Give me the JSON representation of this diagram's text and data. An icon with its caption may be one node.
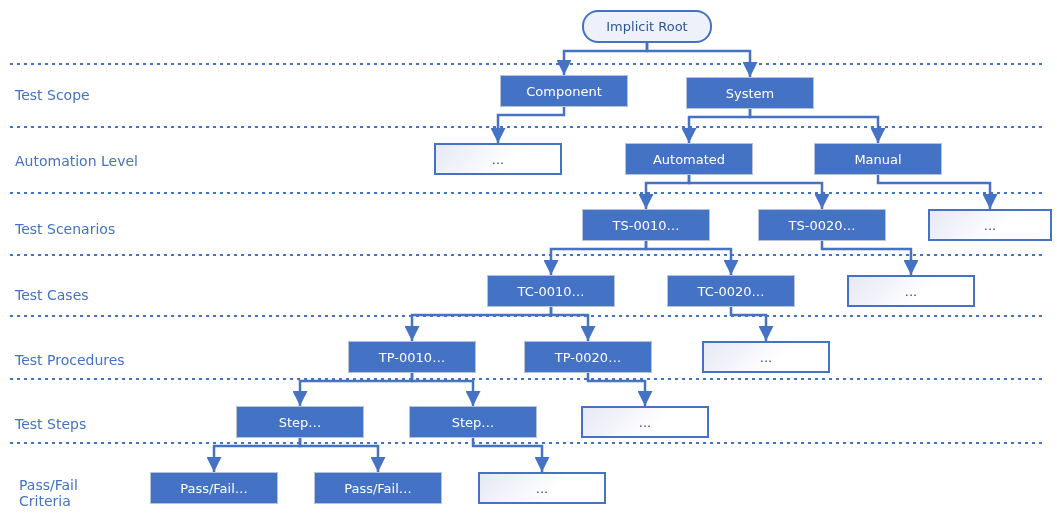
{
  "diagram": {
    "nodes": [
      {
        "text": [
          "Implicit Root"
        ]
      },
      {
        "text": [
          "Component"
        ]
      },
      {
        "text": [
          "System"
        ]
      },
      {
        "text": [
          "..."
        ]
      },
      {
        "text": [
          "Automated"
        ]
      },
      {
        "text": [
          "Manual"
        ]
      },
      {
        "text": [
          "TS-0010…"
        ]
      },
      {
        "text": [
          "TS-0020…"
        ]
      },
      {
        "text": [
          "..."
        ]
      },
      {
        "text": [
          "TC-0010…"
        ]
      },
      {
        "text": [
          "TC-0020…"
        ]
      },
      {
        "text": [
          "..."
        ]
      },
      {
        "text": [
          "TP-0010…"
        ]
      },
      {
        "text": [
          "TP-0020…"
        ]
      },
      {
        "text": [
          "..."
        ]
      },
      {
        "text": [
          "Step…"
        ]
      },
      {
        "text": [
          "Step…"
        ]
      },
      {
        "text": [
          "..."
        ]
      },
      {
        "text": [
          "Pass/Fail…"
        ]
      },
      {
        "text": [
          "Pass/Fail…"
        ]
      },
      {
        "text": [
          "..."
        ]
      }
    ],
    "edges": [
      {
        "from": 0,
        "to": 1,
        "arrow": "to"
      },
      {
        "from": 0,
        "to": 2,
        "arrow": "to"
      },
      {
        "from": 1,
        "to": 3,
        "arrow": "to"
      },
      {
        "from": 2,
        "to": 4,
        "arrow": "to"
      },
      {
        "from": 2,
        "to": 5,
        "arrow": "to"
      },
      {
        "from": 4,
        "to": 6,
        "arrow": "to"
      },
      {
        "from": 4,
        "to": 7,
        "arrow": "to"
      },
      {
        "from": 5,
        "to": 8,
        "arrow": "to"
      },
      {
        "from": 6,
        "to": 9,
        "arrow": "to"
      },
      {
        "from": 6,
        "to": 10,
        "arrow": "to"
      },
      {
        "from": 7,
        "to": 11,
        "arrow": "to"
      },
      {
        "from": 9,
        "to": 12,
        "arrow": "to"
      },
      {
        "from": 9,
        "to": 13,
        "arrow": "to"
      },
      {
        "from": 10,
        "to": 14,
        "arrow": "to"
      },
      {
        "from": 12,
        "to": 15,
        "arrow": "to"
      },
      {
        "from": 12,
        "to": 16,
        "arrow": "to"
      },
      {
        "from": 13,
        "to": 17,
        "arrow": "to"
      },
      {
        "from": 15,
        "to": 18,
        "arrow": "to"
      },
      {
        "from": 15,
        "to": 19,
        "arrow": "to"
      },
      {
        "from": 16,
        "to": 20,
        "arrow": "to"
      }
    ],
    "labels": [
      "Test Scope",
      "Automation Level",
      "Test Scenarios",
      "Test Cases",
      "Test Procedures",
      "Test Steps",
      "Pass/Fail Criteria"
    ]
  }
}
